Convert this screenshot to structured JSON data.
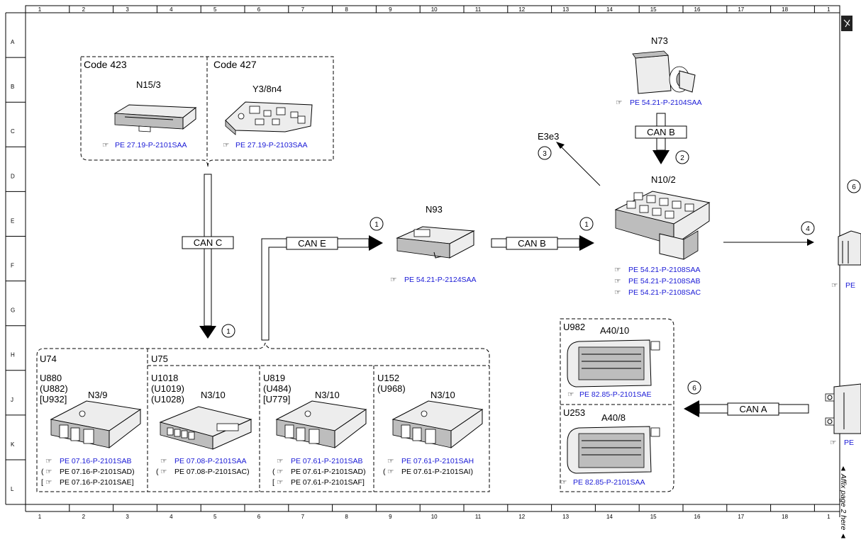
{
  "grid": {
    "columns": [
      "1",
      "2",
      "3",
      "4",
      "5",
      "6",
      "7",
      "8",
      "9",
      "10",
      "11",
      "12",
      "13",
      "14",
      "15",
      "16",
      "17",
      "18",
      "1"
    ],
    "rows": [
      "A",
      "B",
      "C",
      "D",
      "E",
      "F",
      "G",
      "H",
      "J",
      "K",
      "L"
    ]
  },
  "colors": {
    "link": "#1a1ad6",
    "line": "#000000",
    "part_fill": "#ededed"
  },
  "ref_icon": "pointing-hand-icon",
  "ref_glyph": "☞",
  "groups": {
    "top": {
      "left_code": "Code 423",
      "right_code": "Code 427"
    },
    "bottom": {
      "u74": "U74",
      "u75": "U75"
    },
    "right": {
      "u982": "U982",
      "u253": "U253"
    }
  },
  "components": {
    "n15_3": {
      "name": "N15/3",
      "refs": [
        {
          "text": "PE 27.19-P-2101SAA"
        }
      ]
    },
    "y3_8n4": {
      "name": "Y3/8n4",
      "refs": [
        {
          "text": "PE 27.19-P-2103SAA"
        }
      ]
    },
    "n93": {
      "name": "N93",
      "refs": [
        {
          "text": "PE 54.21-P-2124SAA"
        }
      ]
    },
    "n73": {
      "name": "N73",
      "refs": [
        {
          "text": "PE 54.21-P-2104SAA"
        }
      ]
    },
    "n10_2": {
      "name": "N10/2",
      "refs": [
        {
          "text": "PE 54.21-P-2108SAA"
        },
        {
          "text": "PE 54.21-P-2108SAB"
        },
        {
          "text": "PE 54.21-P-2108SAC"
        }
      ]
    },
    "e3e3": {
      "name": "E3e3"
    },
    "n3_9": {
      "name": "N3/9",
      "codes": [
        "U880",
        "(U882)",
        "[U932]"
      ],
      "refs": [
        {
          "prefix": "",
          "text": "PE 07.16-P-2101SAB",
          "suffix": ""
        },
        {
          "prefix": "(",
          "text": "PE 07.16-P-2101SAD)",
          "suffix": ""
        },
        {
          "prefix": "[",
          "text": "PE 07.16-P-2101SAE]",
          "suffix": ""
        }
      ]
    },
    "n3_10a": {
      "name": "N3/10",
      "codes": [
        "U1018",
        "(U1019)",
        "(U1028)"
      ],
      "refs": [
        {
          "prefix": "",
          "text": "PE 07.08-P-2101SAA"
        },
        {
          "prefix": "(",
          "text": "PE 07.08-P-2101SAC)"
        }
      ]
    },
    "n3_10b": {
      "name": "N3/10",
      "codes": [
        "U819",
        "(U484)",
        "[U779]"
      ],
      "refs": [
        {
          "prefix": "",
          "text": "PE 07.61-P-2101SAB"
        },
        {
          "prefix": "(",
          "text": "PE 07.61-P-2101SAD)"
        },
        {
          "prefix": "[",
          "text": "PE 07.61-P-2101SAF]"
        }
      ]
    },
    "n3_10c": {
      "name": "N3/10",
      "codes": [
        "U152",
        "(U968)"
      ],
      "refs": [
        {
          "prefix": "",
          "text": "PE 07.61-P-2101SAH"
        },
        {
          "prefix": "(",
          "text": "PE 07.61-P-2101SAI)"
        }
      ]
    },
    "a40_10": {
      "name": "A40/10",
      "refs": [
        {
          "text": "PE 82.85-P-2101SAE"
        }
      ]
    },
    "a40_8": {
      "name": "A40/8",
      "refs": [
        {
          "text": "PE 82.85-P-2101SAA"
        }
      ]
    },
    "right_edge_ref_1": {
      "text": "PE"
    },
    "right_edge_ref_2": {
      "text": "PE"
    }
  },
  "buses": {
    "can_c": "CAN C",
    "can_e": "CAN E",
    "can_b_horizontal": "CAN B",
    "can_b_vertical": "CAN B",
    "can_a": "CAN A"
  },
  "markers": {
    "m1_can_c": "1",
    "m1_can_e": "1",
    "m1_can_b": "1",
    "m2": "2",
    "m3": "3",
    "m4": "4",
    "m6_left": "6",
    "m6_right": "6"
  },
  "affix_note": "◄ Affix page 2 here ◄"
}
